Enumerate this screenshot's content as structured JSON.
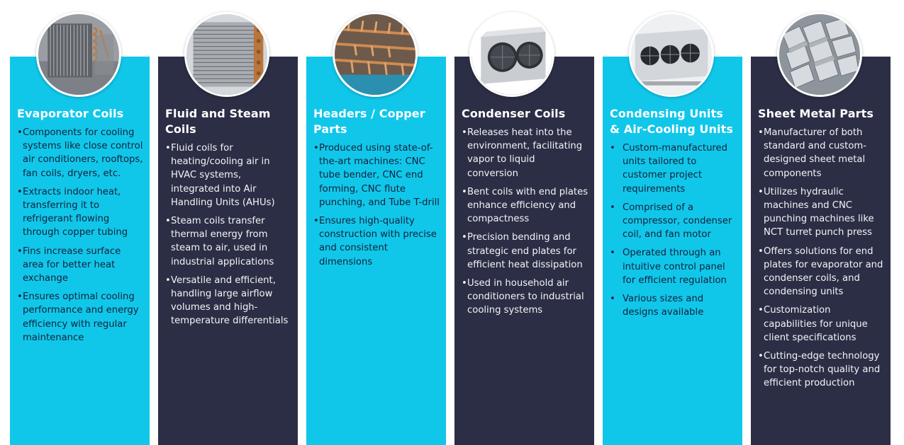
{
  "colors": {
    "cyan": "#10c7ea",
    "navy": "#2c2e45",
    "white": "#ffffff",
    "dark_text": "#15213a"
  },
  "cards": [
    {
      "title": "Evaporator Coils",
      "image_icon": "evaporator-coil-photo-icon",
      "bullets": [
        "Components for cooling systems like close control air conditioners, rooftops, fan coils, dryers, etc.",
        "Extracts indoor heat, transferring it to refrigerant flowing through copper tubing",
        "Fins increase surface area for better heat exchange",
        "Ensures optimal cooling performance and energy efficiency with regular maintenance"
      ]
    },
    {
      "title": "Fluid and Steam Coils",
      "image_icon": "fluid-coil-photo-icon",
      "bullets": [
        "Fluid coils for heating/cooling air in HVAC systems, integrated into Air Handling Units (AHUs)",
        "Steam coils transfer thermal energy from steam to air, used in industrial applications",
        "Versatile and efficient, handling large airflow volumes and high-temperature differentials"
      ]
    },
    {
      "title": "Headers / Copper Parts",
      "image_icon": "copper-headers-photo-icon",
      "bullets": [
        "Produced using state-of-the-art machines: CNC tube bender, CNC end forming, CNC flute punching, and Tube T-drill",
        "Ensures high-quality construction with precise and consistent dimensions"
      ]
    },
    {
      "title": "Condenser Coils",
      "image_icon": "condenser-coil-photo-icon",
      "bullets": [
        "Releases heat into the environment, facilitating vapor to liquid conversion",
        "Bent coils with end plates enhance efficiency and compactness",
        "Precision bending and strategic end plates for efficient heat dissipation",
        "Used in household air conditioners to industrial cooling systems"
      ]
    },
    {
      "title": "Condensing Units & Air-Cooling Units",
      "image_icon": "condensing-unit-photo-icon",
      "bullets": [
        "Custom-manufactured units tailored to customer project requirements",
        "Comprised of a compressor, condenser coil, and fan motor",
        "Operated through an intuitive control panel for efficient regulation",
        "Various sizes and designs available"
      ]
    },
    {
      "title": "Sheet Metal Parts",
      "image_icon": "sheet-metal-photo-icon",
      "bullets": [
        "Manufacturer of both standard and custom-designed sheet metal components",
        "Utilizes hydraulic machines and CNC punching machines like NCT turret punch press",
        "Offers solutions for end plates for evaporator and condenser coils, and condensing units",
        "Customization capabilities for unique client specifications",
        "Cutting-edge technology for top-notch quality and efficient production"
      ]
    }
  ]
}
